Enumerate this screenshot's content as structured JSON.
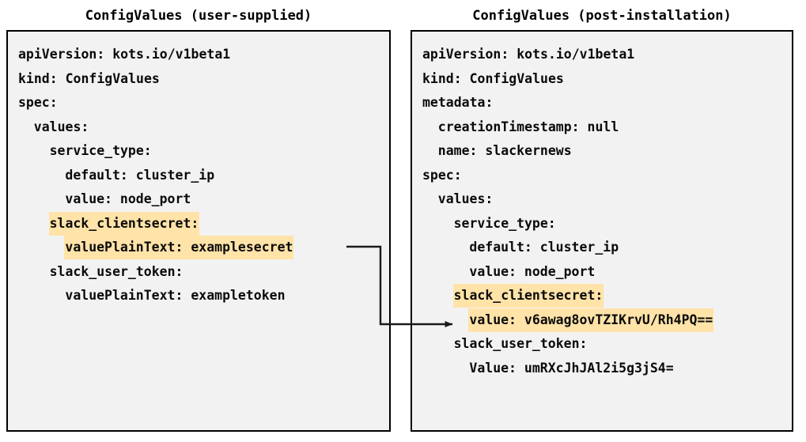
{
  "panels": {
    "left": {
      "title": "ConfigValues (user-supplied)",
      "lines": [
        {
          "indent": 0,
          "text": "apiVersion: kots.io/v1beta1",
          "highlight": false
        },
        {
          "indent": 0,
          "text": "kind: ConfigValues",
          "highlight": false
        },
        {
          "indent": 0,
          "text": "spec:",
          "highlight": false
        },
        {
          "indent": 1,
          "text": "values:",
          "highlight": false
        },
        {
          "indent": 2,
          "text": "service_type:",
          "highlight": false
        },
        {
          "indent": 3,
          "text": "default: cluster_ip",
          "highlight": false
        },
        {
          "indent": 3,
          "text": "value: node_port",
          "highlight": false
        },
        {
          "indent": 2,
          "text": "slack_clientsecret:",
          "highlight": true
        },
        {
          "indent": 3,
          "text": "valuePlainText: examplesecret",
          "highlight": true
        },
        {
          "indent": 2,
          "text": "slack_user_token:",
          "highlight": false
        },
        {
          "indent": 3,
          "text": "valuePlainText: exampletoken",
          "highlight": false
        }
      ]
    },
    "right": {
      "title": "ConfigValues (post-installation)",
      "lines": [
        {
          "indent": 0,
          "text": "apiVersion: kots.io/v1beta1",
          "highlight": false
        },
        {
          "indent": 0,
          "text": "kind: ConfigValues",
          "highlight": false
        },
        {
          "indent": 0,
          "text": "metadata:",
          "highlight": false
        },
        {
          "indent": 1,
          "text": "creationTimestamp: null",
          "highlight": false
        },
        {
          "indent": 1,
          "text": "name: slackernews",
          "highlight": false
        },
        {
          "indent": 0,
          "text": "spec:",
          "highlight": false
        },
        {
          "indent": 1,
          "text": "values:",
          "highlight": false
        },
        {
          "indent": 2,
          "text": "service_type:",
          "highlight": false
        },
        {
          "indent": 3,
          "text": "default: cluster_ip",
          "highlight": false
        },
        {
          "indent": 3,
          "text": "value: node_port",
          "highlight": false
        },
        {
          "indent": 2,
          "text": "slack_clientsecret:",
          "highlight": true
        },
        {
          "indent": 3,
          "text": "value: v6awag8ovTZIKrvU/Rh4PQ==",
          "highlight": true
        },
        {
          "indent": 2,
          "text": "slack_user_token:",
          "highlight": false
        },
        {
          "indent": 3,
          "text": "Value: umRXcJhJAl2i5g3jS4=",
          "highlight": false
        }
      ]
    }
  },
  "connector": {
    "name": "secret-encryption-arrow",
    "from_line": "valuePlainText: examplesecret",
    "to_line": "value: v6awag8ovTZIKrvU/Rh4PQ==",
    "color": "#1a1a1a"
  },
  "colors": {
    "highlight": "#ffe3a8",
    "panel_background": "#f2f2f2",
    "panel_border": "#000000",
    "text": "#0a0a0a",
    "page_background": "#ffffff"
  }
}
